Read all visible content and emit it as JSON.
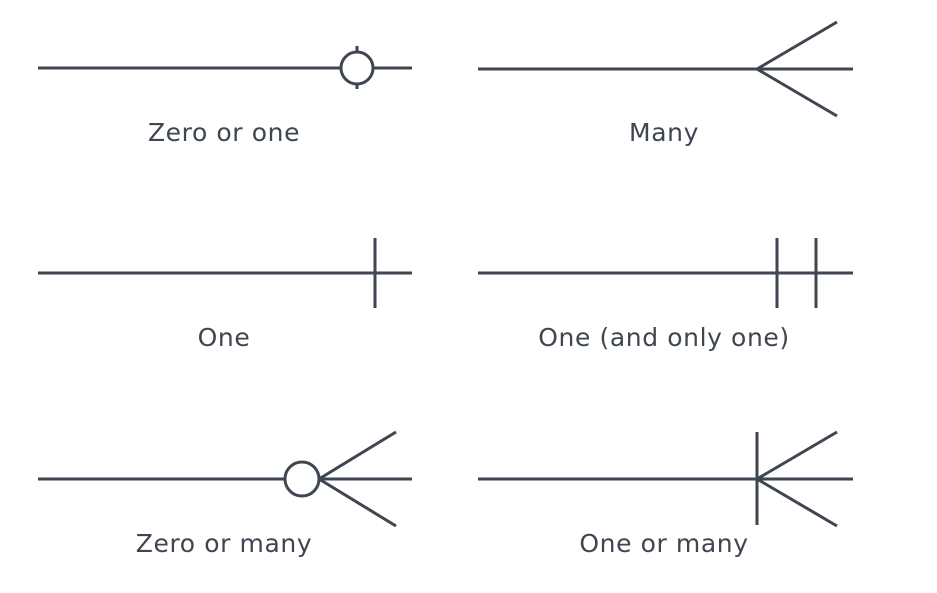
{
  "colors": {
    "stroke": "#3e4651",
    "text": "#3e4651",
    "background": "#ffffff"
  },
  "notations": [
    {
      "id": "zero-or-one",
      "label": "Zero or one"
    },
    {
      "id": "many",
      "label": "Many"
    },
    {
      "id": "one",
      "label": "One"
    },
    {
      "id": "one-and-only-one",
      "label": "One (and only one)"
    },
    {
      "id": "zero-or-many",
      "label": "Zero or many"
    },
    {
      "id": "one-or-many",
      "label": "One or many"
    }
  ]
}
